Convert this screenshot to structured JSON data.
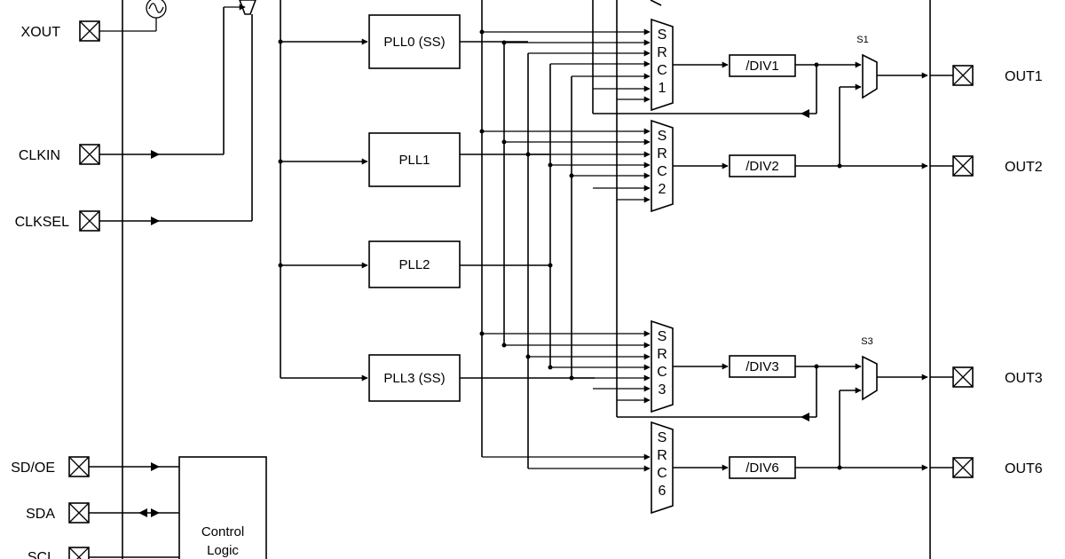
{
  "pins": {
    "xout": "XOUT",
    "clkin": "CLKIN",
    "clksel": "CLKSEL",
    "sdoe": "SD/OE",
    "sda": "SDA",
    "scl": "SCL",
    "out1": "OUT1",
    "out2": "OUT2",
    "out3": "OUT3",
    "out6": "OUT6"
  },
  "plls": {
    "pll0": "PLL0 (SS)",
    "pll1": "PLL1",
    "pll2": "PLL2",
    "pll3": "PLL3 (SS)"
  },
  "muxes": {
    "src1": [
      "S",
      "R",
      "C",
      "1"
    ],
    "src2": [
      "S",
      "R",
      "C",
      "2"
    ],
    "src3": [
      "S",
      "R",
      "C",
      "3"
    ],
    "src6": [
      "S",
      "R",
      "C",
      "6"
    ]
  },
  "dividers": {
    "div1": "/DIV1",
    "div2": "/DIV2",
    "div3": "/DIV3",
    "div6": "/DIV6"
  },
  "switches": {
    "s1": "S1",
    "s3": "S3"
  },
  "control": {
    "line1": "Control",
    "line2": "Logic"
  }
}
